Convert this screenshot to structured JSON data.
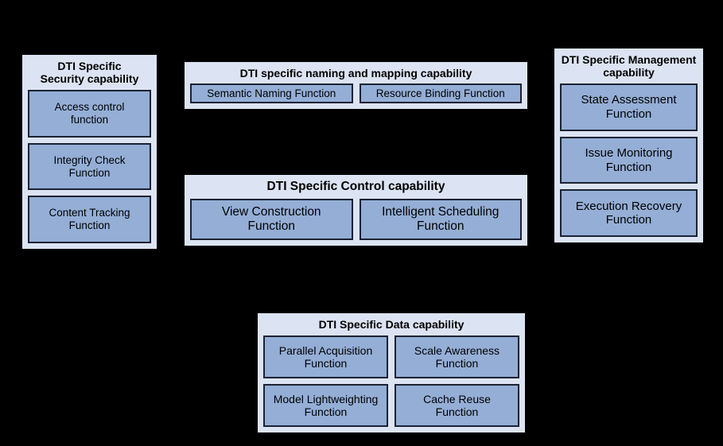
{
  "background_color": "#000000",
  "panel_fill_color": "#dce3f2",
  "panel_border_color": "#000000",
  "function_fill_color": "#94aed6",
  "function_border_color": "#1a2232",
  "text_color": "#000000",
  "panels": {
    "security": {
      "title": "DTI Specific\nSecurity capability",
      "functions": [
        "Access control\nfunction",
        "Integrity Check\nFunction",
        "Content Tracking\nFunction"
      ]
    },
    "naming": {
      "title": "DTI specific naming and mapping capability",
      "functions": [
        "Semantic Naming Function",
        "Resource Binding Function"
      ]
    },
    "control": {
      "title": "DTI Specific Control capability",
      "functions": [
        "View Construction\nFunction",
        "Intelligent Scheduling\nFunction"
      ]
    },
    "management": {
      "title": "DTI Specific Management\ncapability",
      "functions": [
        "State Assessment\nFunction",
        "Issue Monitoring\nFunction",
        "Execution Recovery\nFunction"
      ]
    },
    "data": {
      "title": "DTI Specific Data capability",
      "functions": [
        "Parallel Acquisition\nFunction",
        "Scale Awareness\nFunction",
        "Model Lightweighting\nFunction",
        "Cache Reuse\nFunction"
      ]
    }
  }
}
